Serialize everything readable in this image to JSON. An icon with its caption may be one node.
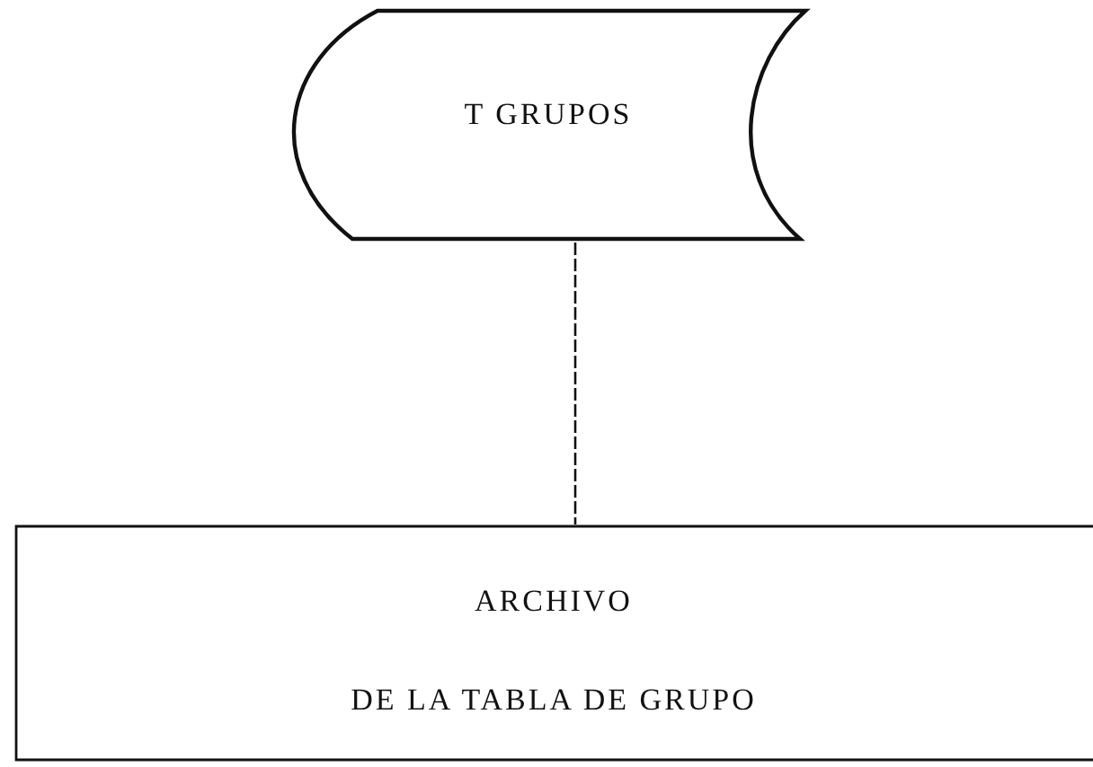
{
  "diagram": {
    "nodes": [
      {
        "text": [
          "T GRUPOS"
        ]
      },
      {
        "text": [
          "ARCHIVO",
          "DE LA TABLA DE GRUPO"
        ]
      }
    ],
    "edges": [
      {
        "from": 0,
        "to": 1,
        "arrow": "none",
        "style": "dashed"
      }
    ]
  }
}
